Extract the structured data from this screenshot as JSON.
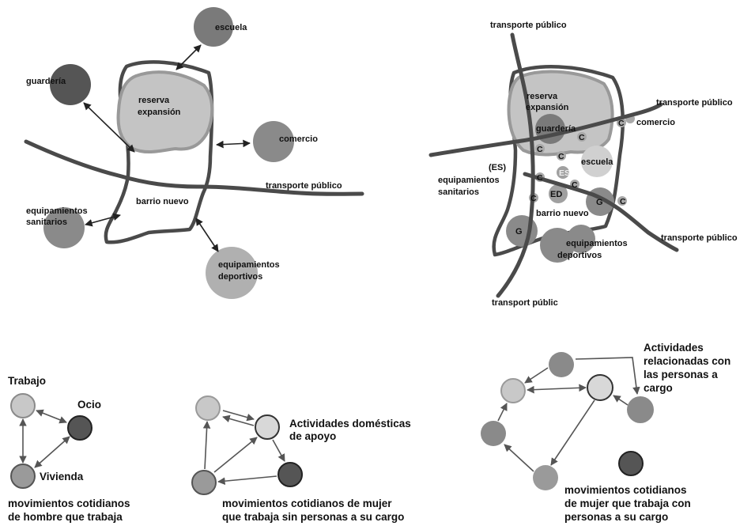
{
  "colors": {
    "dark": "#555555",
    "mid": "#8a8a8a",
    "light": "#c8c8c8",
    "reserve_fill": "#c4c4c4",
    "reserve_stroke": "#999999",
    "road": "#4a4a4a"
  },
  "left_map": {
    "escuela": "escuela",
    "guarderia": "guardería",
    "reserva_1": "reserva",
    "reserva_2": "expansión",
    "comercio": "comercio",
    "transporte": "transporte público",
    "barrio": "barrio nuevo",
    "sanitarios_1": "equipamientos",
    "sanitarios_2": "sanitarios",
    "deportivos_1": "equipamientos",
    "deportivos_2": "deportivos"
  },
  "right_map": {
    "transporte_top": "transporte público",
    "transporte_right_top": "transporte público",
    "transporte_right_bottom": "transporte público",
    "transport_bottom": "transport públic",
    "reserva_1": "reserva",
    "reserva_2": "expansión",
    "guarderia": "guardería",
    "comercio": "comercio",
    "escuela": "escuela",
    "es_paren": "(ES)",
    "es": "ES",
    "ed": "ED",
    "g": "G",
    "c": "C",
    "barrio": "barrio nuevo",
    "sanitarios_1": "equipamientos",
    "sanitarios_2": "sanitarios",
    "deportivos_1": "equipamientos",
    "deportivos_2": "deportivos"
  },
  "diagram1": {
    "trabajo": "Trabajo",
    "ocio": "Ocio",
    "vivienda": "Vivienda",
    "caption_1": "movimientos cotidianos",
    "caption_2": "de hombre que trabaja"
  },
  "diagram2": {
    "actividades_1": "Actividades domésticas",
    "actividades_2": "de apoyo",
    "caption_1": "movimientos cotidianos de mujer",
    "caption_2": "que trabaja sin personas a su cargo"
  },
  "diagram3": {
    "actividades_1": "Actividades",
    "actividades_2": "relacionadas con",
    "actividades_3": "las personas a",
    "actividades_4": "cargo",
    "caption_1": "movimientos cotidianos",
    "caption_2": "de mujer que trabaja con",
    "caption_3": "personas a su cargo"
  }
}
